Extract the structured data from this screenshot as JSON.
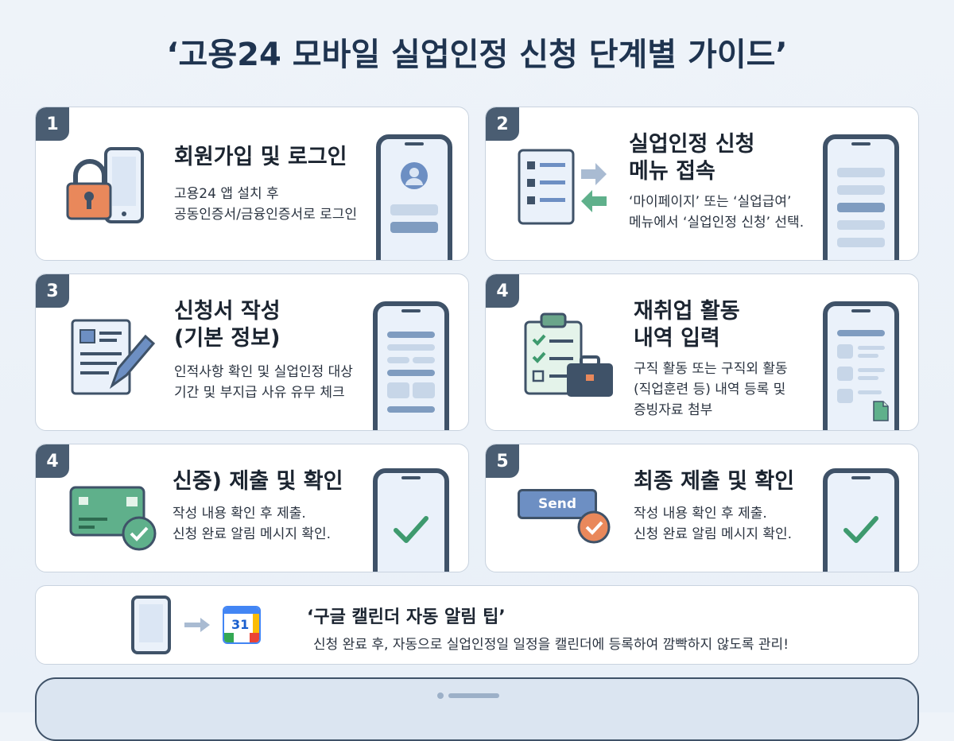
{
  "page": {
    "title": "‘고용24 모바일 실업인정 신청 단계별 가이드’"
  },
  "steps": [
    {
      "number": "1",
      "title": "회원가입 및 로그인",
      "desc": "고용24 앱 설치 후\n공동인증서/금융인증서로 로그인"
    },
    {
      "number": "2",
      "title": "실업인정 신청\n메뉴 접속",
      "desc": "‘마이페이지’ 또는 ‘실업급여’\n메뉴에서 ‘실업인정 신청’ 선택."
    },
    {
      "number": "3",
      "title": "신청서 작성\n(기본 정보)",
      "desc": "인적사항 확인 및 실업인정 대상\n기간 및 부지급 사유 유무 체크"
    },
    {
      "number": "4",
      "title": "재취업 활동\n내역 입력",
      "desc": "구직 활동 또는 구직외 활동\n(직업훈련 등) 내역 등록 및\n증빙자료 첨부"
    },
    {
      "number": "4",
      "title": "신중) 제출 및 확인",
      "desc": "작성 내용 확인 후 제출.\n신청 완료 알림 메시지 확인."
    },
    {
      "number": "5",
      "title": "최종 제출 및 확인",
      "desc": "작성 내용 확인 후 제출.\n신청 완료 알림 메시지 확인."
    }
  ],
  "illustrations": {
    "send_label": "Send",
    "calendar_day": "31"
  },
  "tip": {
    "title": "‘구글 캘린더 자동 알림 팁’",
    "desc": "신청 완료 후, 자동으로 실업인정일 일정을 캘린더에 등록하여 깜빡하지 않도록 관리!"
  },
  "colors": {
    "badge": "#4a5d72",
    "title": "#1f3450",
    "phone_frame": "#3f5268",
    "accent_green": "#3e9a6e",
    "accent_orange": "#e9885b",
    "accent_blue": "#6d8fc3"
  }
}
